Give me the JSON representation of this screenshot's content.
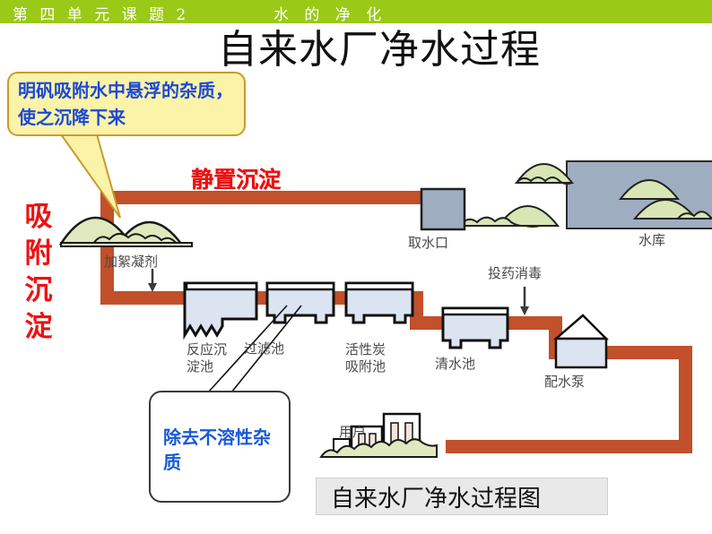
{
  "header": {
    "left_text": "第 四 单 元 课 题 2",
    "right_text": "水 的 净 化",
    "bar_color": "#9ac917"
  },
  "title": "自来水厂净水过程",
  "callouts": {
    "yellow": {
      "text": "明矾吸附水中悬浮的杂质，使之沉降下来",
      "fill": "#fbf3a8",
      "border": "#c99a2e",
      "text_color": "#1c49d6"
    },
    "white": {
      "text": "除去不溶性杂质",
      "fill": "#ffffff",
      "border": "#3a3a3a",
      "text_color": "#1959d8"
    }
  },
  "red_labels": {
    "settling": "静置沉淀",
    "adsorption_vertical": [
      "吸",
      "附",
      "沉",
      "淀"
    ],
    "color": "#ee1111"
  },
  "diagram": {
    "pipe_color": "#c1502b",
    "tank_fill": "#dbe4f0",
    "hill_fill": "#d8e5b4",
    "reservoir_fill": "#9fadc0",
    "labels": [
      {
        "name": "coagulant",
        "text": "加絮凝剂"
      },
      {
        "name": "reaction-settling-tank",
        "text": "反应沉淀池"
      },
      {
        "name": "filter-tank",
        "text": "过滤池"
      },
      {
        "name": "activated-carbon-tank",
        "text": "活性炭吸附池"
      },
      {
        "name": "clear-water-tank",
        "text": "清水池"
      },
      {
        "name": "disinfection",
        "text": "投药消毒"
      },
      {
        "name": "distribution-pump",
        "text": "配水泵"
      },
      {
        "name": "water-intake",
        "text": "取水口"
      },
      {
        "name": "reservoir",
        "text": "水库"
      },
      {
        "name": "users",
        "text": "用户"
      }
    ]
  },
  "caption": "自来水厂净水过程图"
}
